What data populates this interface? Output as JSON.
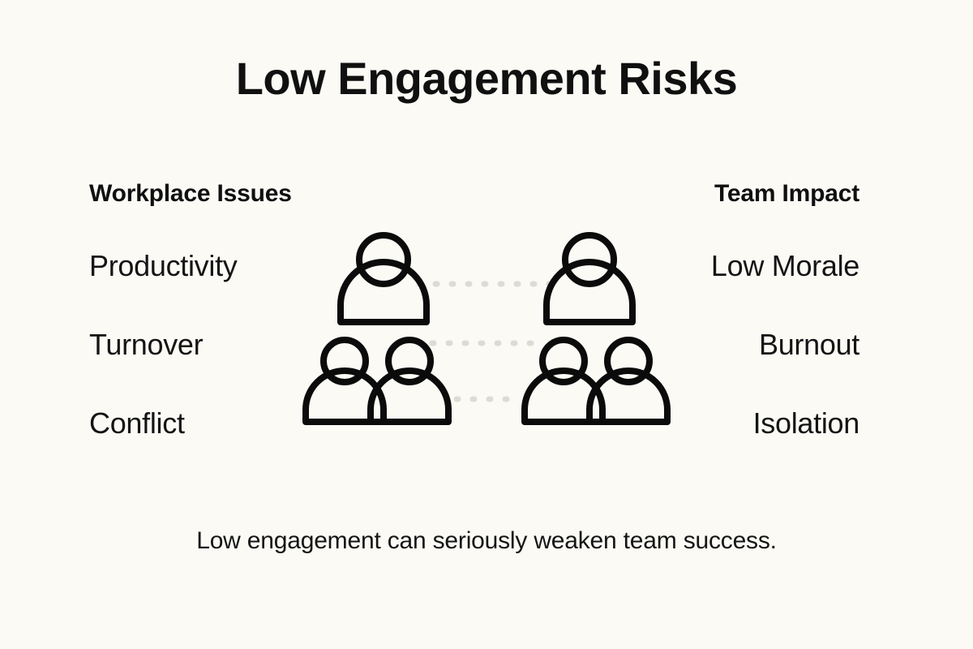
{
  "slide": {
    "title": "Low Engagement Risks",
    "caption": "Low engagement can seriously weaken team success.",
    "background_color": "#FBFAF5",
    "text_color": "#121212",
    "connector_color": "#DEDBD5"
  },
  "columns": {
    "left": {
      "header": "Workplace Issues",
      "items": [
        {
          "label": "Productivity"
        },
        {
          "label": "Turnover"
        },
        {
          "label": "Conflict"
        }
      ]
    },
    "right": {
      "header": "Team Impact",
      "items": [
        {
          "label": "Low Morale"
        },
        {
          "label": "Burnout"
        },
        {
          "label": "Isolation"
        }
      ]
    }
  },
  "illustration": {
    "left_group": {
      "name": "people-group-left",
      "figures": [
        "leader-figure",
        "member-figure-1",
        "member-figure-2"
      ]
    },
    "right_group": {
      "name": "people-group-right",
      "figures": [
        "leader-figure",
        "member-figure-1",
        "member-figure-2"
      ]
    },
    "connectors": [
      {
        "name": "connector-1"
      },
      {
        "name": "connector-2"
      },
      {
        "name": "connector-3"
      }
    ]
  }
}
